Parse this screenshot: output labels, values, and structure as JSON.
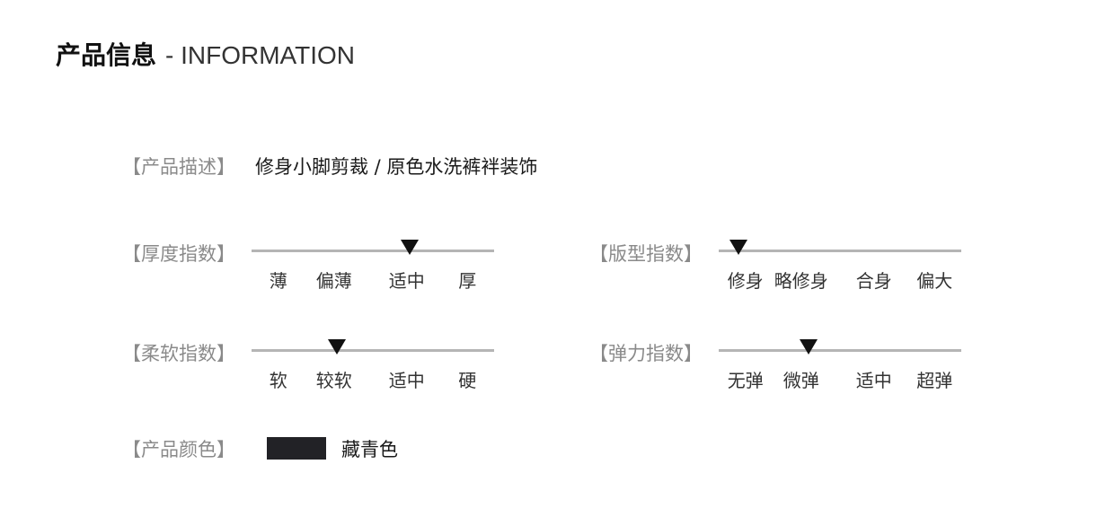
{
  "header": {
    "title_cn": "产品信息",
    "title_en": "- INFORMATION"
  },
  "description": {
    "label": "【产品描述】",
    "value": "修身小脚剪裁 / 原色水洗裤袢装饰"
  },
  "scales": [
    {
      "label": "【厚度指数】",
      "options": [
        "薄",
        "偏薄",
        "适中",
        "厚"
      ],
      "selected_fraction": 0.65
    },
    {
      "label": "【版型指数】",
      "options": [
        "修身",
        "略修身",
        "合身",
        "偏大"
      ],
      "selected_fraction": 0.08
    },
    {
      "label": "【柔软指数】",
      "options": [
        "软",
        "较软",
        "适中",
        "硬"
      ],
      "selected_fraction": 0.35
    },
    {
      "label": "【弹力指数】",
      "options": [
        "无弹",
        "微弹",
        "适中",
        "超弹"
      ],
      "selected_fraction": 0.37
    }
  ],
  "color": {
    "label": "【产品颜色】",
    "name": "藏青色",
    "swatch_hex": "#222226"
  }
}
